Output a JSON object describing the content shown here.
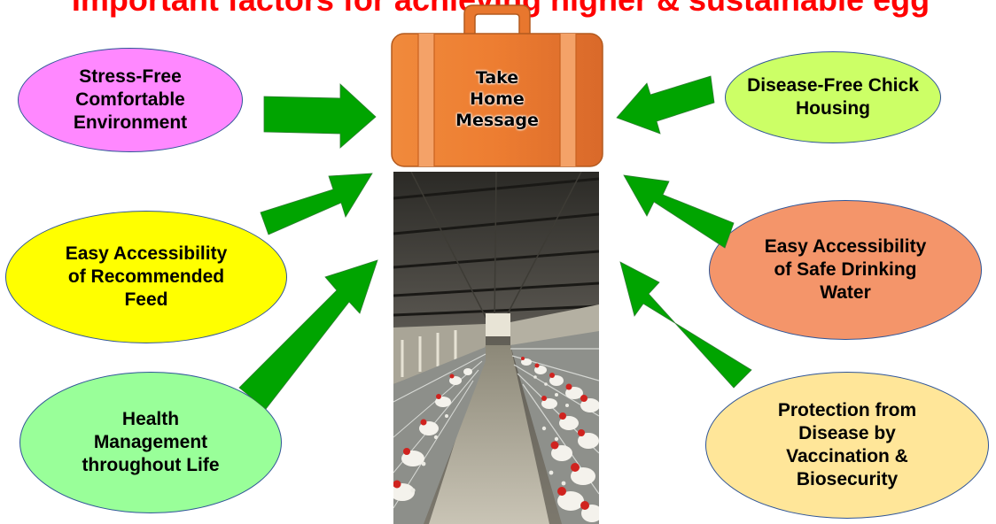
{
  "title": "Important factors for achieving higher & sustainable egg",
  "center": {
    "label_lines": [
      "Take",
      "Home",
      "Message"
    ],
    "bag_color": "#ed7d31",
    "photo_description": "Layer chickens in cage house"
  },
  "bubbles": {
    "stress_free": {
      "text": "Stress-Free Comfortable Environment",
      "color": "#ff88ff"
    },
    "disease_free": {
      "text": "Disease-Free Chick Housing",
      "color": "#ccff66"
    },
    "feed": {
      "text": "Easy Accessibility of Recommended Feed",
      "color": "#ffff00"
    },
    "water": {
      "text": "Easy Accessibility of Safe Drinking Water",
      "color": "#f4956a"
    },
    "health": {
      "text": "Health Management throughout Life",
      "color": "#99ff99"
    },
    "protection": {
      "text": "Protection from Disease by Vaccination & Biosecurity",
      "color": "#ffe699"
    }
  },
  "colors": {
    "title": "#ff0000",
    "arrow": "#00a400",
    "bubble_border": "#2f5597"
  }
}
